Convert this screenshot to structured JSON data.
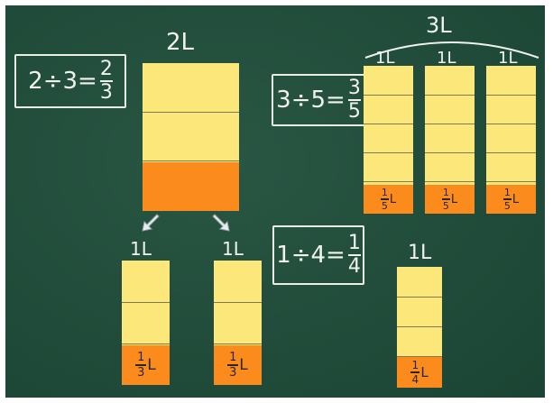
{
  "labels": {
    "two_liters": "2L",
    "three_liters": "3L",
    "one_liter": "1L"
  },
  "equations": {
    "eq1": {
      "left": "2÷3=",
      "numerator": "2",
      "denominator": "3"
    },
    "eq2": {
      "left": "3÷5=",
      "numerator": "3",
      "denominator": "5"
    },
    "eq3": {
      "left": "1÷4=",
      "numerator": "1",
      "denominator": "4"
    }
  },
  "fraction_labels": {
    "third": {
      "numerator": "1",
      "denominator": "3",
      "unit": "L"
    },
    "fifth": {
      "numerator": "1",
      "denominator": "5",
      "unit": "L"
    },
    "fourth": {
      "numerator": "1",
      "denominator": "4",
      "unit": "L"
    }
  },
  "colors": {
    "board": "#1e4d3a",
    "paper_yellow": "#fbe77a",
    "paper_orange": "#fb8b1c",
    "chalk": "#f1f3ee"
  }
}
